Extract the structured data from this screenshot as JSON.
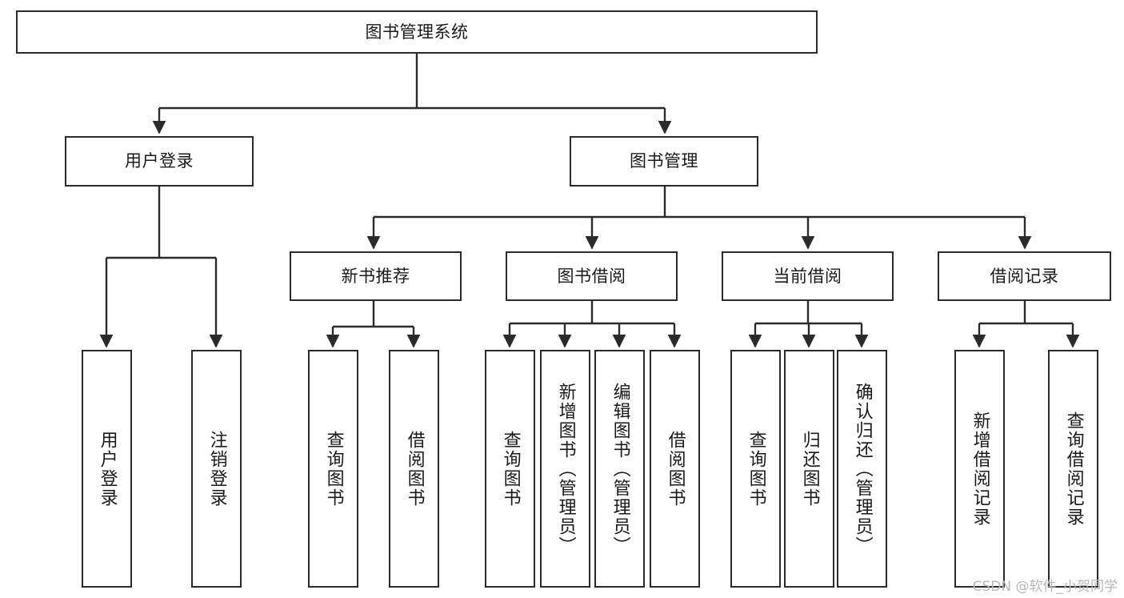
{
  "diagram": {
    "type": "tree-hierarchy",
    "title": "图书管理系统",
    "watermark": "CSDN @软件_小贺同学",
    "colors": {
      "box_border": "#2b2b2b",
      "box_fill": "#ffffff",
      "edge": "#2b2b2b",
      "text": "#1a1a1a",
      "watermark": "#b8b8b8",
      "background": "#ffffff"
    },
    "nodes": {
      "root": {
        "label": "图书管理系统"
      },
      "level2": [
        {
          "id": "user-login",
          "label": "用户登录"
        },
        {
          "id": "book-manage",
          "label": "图书管理"
        }
      ],
      "level3": [
        {
          "id": "new-book-recommend",
          "label": "新书推荐"
        },
        {
          "id": "book-borrow",
          "label": "图书借阅"
        },
        {
          "id": "current-borrow",
          "label": "当前借阅"
        },
        {
          "id": "borrow-record",
          "label": "借阅记录"
        }
      ],
      "leaves": {
        "user-login": [
          {
            "id": "leaf-user-login",
            "label": "用户登录"
          },
          {
            "id": "leaf-logout-login",
            "label": "注销登录"
          }
        ],
        "new-book-recommend": [
          {
            "id": "leaf-query-book-1",
            "label": "查询图书"
          },
          {
            "id": "leaf-borrow-book-1",
            "label": "借阅图书"
          }
        ],
        "book-borrow": [
          {
            "id": "leaf-query-book-2",
            "label": "查询图书"
          },
          {
            "id": "leaf-add-book",
            "label": "新增图书（管理员）"
          },
          {
            "id": "leaf-edit-book",
            "label": "编辑图书（管理员）"
          },
          {
            "id": "leaf-borrow-book-2",
            "label": "借阅图书"
          }
        ],
        "current-borrow": [
          {
            "id": "leaf-query-book-3",
            "label": "查询图书"
          },
          {
            "id": "leaf-return-book",
            "label": "归还图书"
          },
          {
            "id": "leaf-confirm-return",
            "label": "确认归还（管理员）"
          }
        ],
        "borrow-record": [
          {
            "id": "leaf-add-record",
            "label": "新增借阅记录"
          },
          {
            "id": "leaf-query-record",
            "label": "查询借阅记录"
          }
        ]
      }
    }
  }
}
